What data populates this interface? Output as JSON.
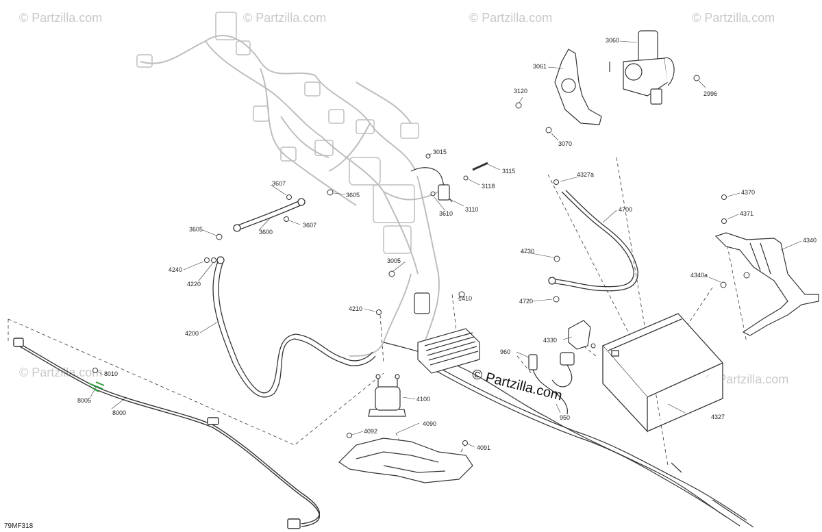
{
  "watermark": {
    "text": "© Partzilla.com",
    "center_text": "© Partzilla.com",
    "color": "#c9c9c9",
    "center_color": "#111111"
  },
  "figure_code": "79MF318",
  "colors": {
    "line": "#333333",
    "ghost_harness": "#bdbdbd",
    "highlight": "#2e9e3a"
  },
  "part_labels": {
    "p3060": "3060",
    "p3061": "3061",
    "p3120": "3120",
    "p2996": "2996",
    "p3070": "3070",
    "p3015": "3015",
    "p3115": "3115",
    "p3118": "3118",
    "p3110": "3110",
    "p3610": "3610",
    "p3607a": "3607",
    "p3605a": "3605",
    "p3605b": "3605",
    "p3607b": "3607",
    "p3600": "3600",
    "p4327a": "4327a",
    "p4700": "4700",
    "p4370": "4370",
    "p4371": "4371",
    "p4340": "4340",
    "p4340a": "4340a",
    "p4730": "4730",
    "p4720": "4720",
    "p3005": "3005",
    "p1410": "1410",
    "p4210": "4210",
    "p4240": "4240",
    "p4220": "4220",
    "p4200": "4200",
    "p4330": "4330",
    "p960": "960",
    "p950": "950",
    "p4327": "4327",
    "p4100": "4100",
    "p4090": "4090",
    "p4092": "4092",
    "p4091": "4091",
    "p8010": "8010",
    "p8005": "8005",
    "p8000": "8000"
  }
}
